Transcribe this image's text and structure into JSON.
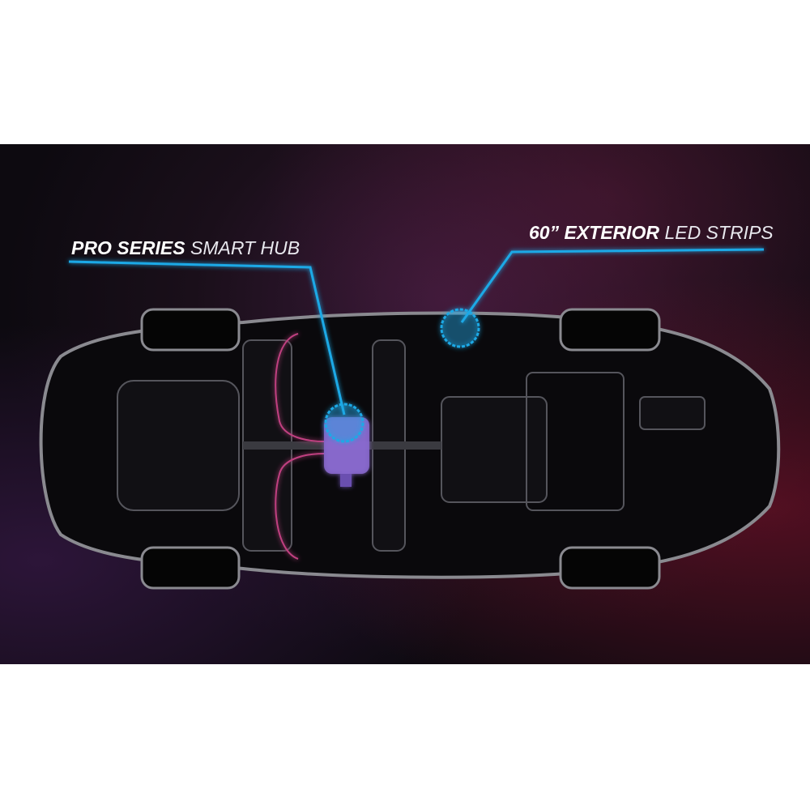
{
  "callouts": {
    "hub": {
      "bold": "PRO SERIES",
      "light": "SMART HUB"
    },
    "strips": {
      "bold": "60” EXTERIOR",
      "light": "LED STRIPS"
    }
  },
  "colors": {
    "callout_line": "#1fa9e6",
    "strip_front": "#ff2a4a",
    "strip_mid": "#a040c0",
    "strip_rear": "#3a9cf0",
    "outline": "#8a8a90"
  }
}
